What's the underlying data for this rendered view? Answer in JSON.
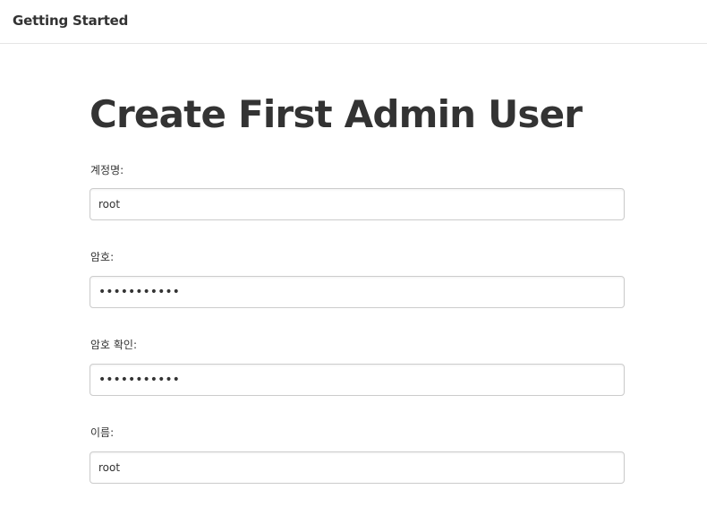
{
  "header": {
    "title": "Getting Started"
  },
  "main": {
    "title": "Create First Admin User",
    "fields": [
      {
        "label": "계정명:",
        "value": "root",
        "type": "text"
      },
      {
        "label": "암호:",
        "value": "•••••••••••",
        "type": "password"
      },
      {
        "label": "암호 확인:",
        "value": "•••••••••••",
        "type": "password"
      },
      {
        "label": "이름:",
        "value": "root",
        "type": "text"
      }
    ]
  }
}
